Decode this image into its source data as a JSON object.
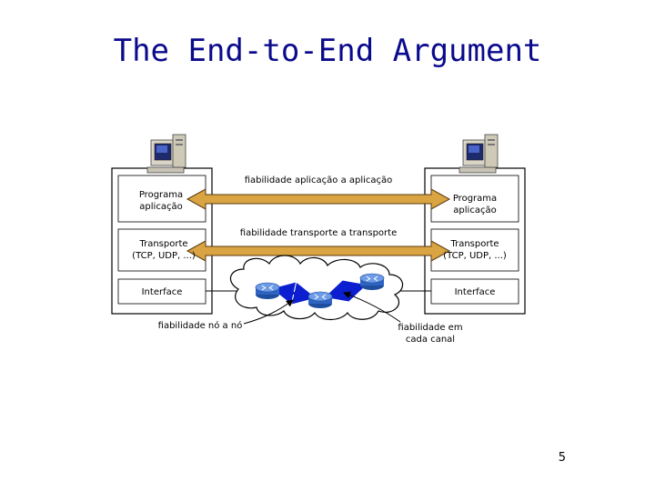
{
  "slide": {
    "title": "The End-to-End Argument",
    "page_number": "5"
  },
  "left_stack": {
    "app": "Programa aplicação",
    "transport_1": "Transporte",
    "transport_2": "(TCP, UDP, ...)",
    "interface": "Interface"
  },
  "right_stack": {
    "app": "Programa aplicação",
    "transport_1": "Transporte",
    "transport_2": "(TCP, UDP, ...)",
    "interface": "Interface"
  },
  "labels": {
    "app_to_app": "fiabilidade aplicação a aplicação",
    "transport_to_transport": "fiabilidade transporte a transporte",
    "node_to_node": "fiabilidade nó a nó",
    "per_channel_1": "fiabilidade em",
    "per_channel_2": "cada canal"
  },
  "colors": {
    "title": "#0a0a8c",
    "arrow_fill": "#d9a441",
    "arrow_stroke": "#5a3b10",
    "link_blue": "#0b1fd0",
    "router": "#2f63c4"
  },
  "icons": [
    "computer-icon",
    "computer-icon",
    "router-icon",
    "router-icon",
    "router-icon",
    "cloud-icon"
  ]
}
